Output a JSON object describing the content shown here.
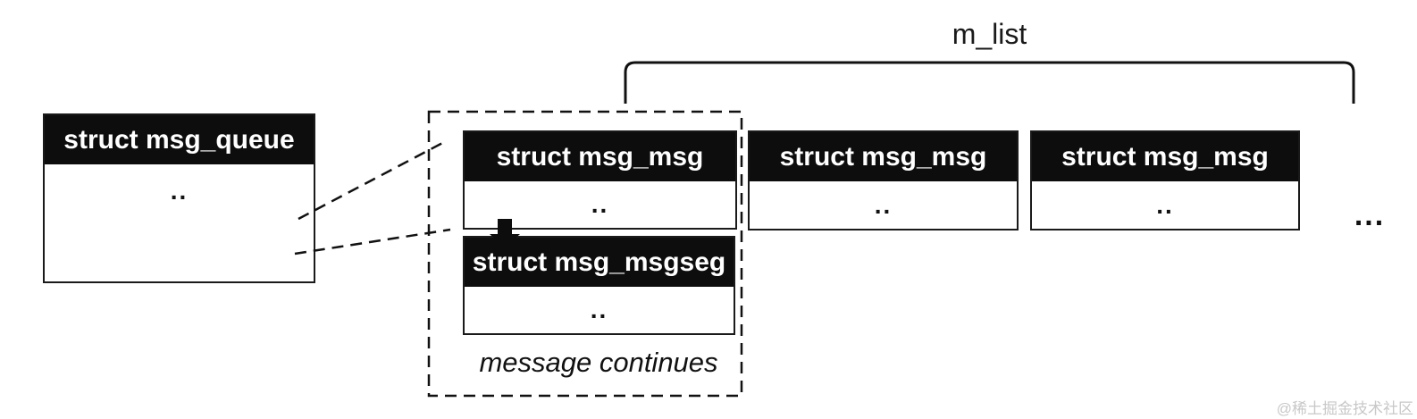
{
  "diagram": {
    "m_list_label": "m_list",
    "msg_queue": {
      "title": "struct msg_queue",
      "placeholder": ".."
    },
    "msg_list": [
      {
        "title": "struct msg_msg",
        "placeholder": ".."
      },
      {
        "title": "struct msg_msg",
        "placeholder": ".."
      },
      {
        "title": "struct msg_msg",
        "placeholder": ".."
      }
    ],
    "msg_msgseg": {
      "title": "struct msg_msgseg",
      "placeholder": ".."
    },
    "message_continues_label": "message continues",
    "more_ellipsis": "...",
    "watermark": "@稀土掘金技术社区"
  },
  "colors": {
    "background": "#ffffff",
    "struct_header_bg": "#0d0d0d",
    "struct_header_text": "#ffffff",
    "border": "#1a1a1a",
    "connector": "#111111",
    "watermark": "#c8c8c8"
  }
}
